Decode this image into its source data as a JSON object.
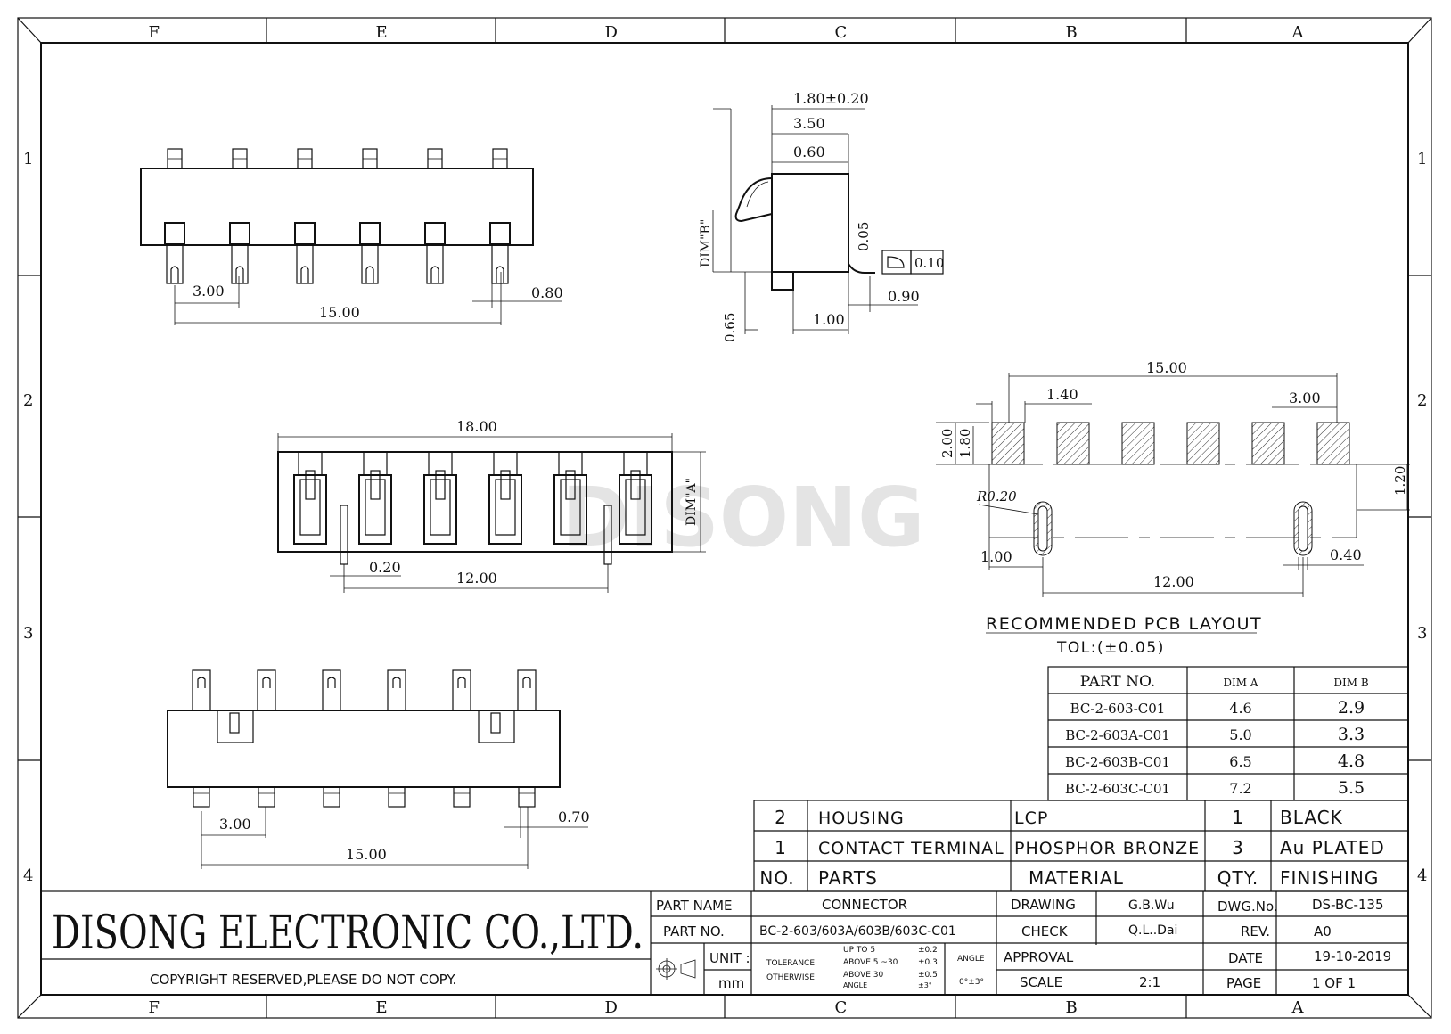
{
  "frame": {
    "columns": [
      "F",
      "E",
      "D",
      "C",
      "B",
      "A"
    ],
    "rows": [
      "1",
      "2",
      "3",
      "4"
    ]
  },
  "watermark": "DISONG",
  "views": {
    "top_view": {
      "pitch": "3.00",
      "span": "15.00",
      "pin_width": "0.80"
    },
    "side_view": {
      "dim_total": "1.80±0.20",
      "dim_body": "3.50",
      "dim_contact": "0.60",
      "dim_b": "DIM\"B\"",
      "dim_offset": "0.05",
      "flatness": "0.10",
      "dim_tail": "0.90",
      "dim_foot": "0.65",
      "dim_foot2": "1.00"
    },
    "front_view": {
      "length": "18.00",
      "dim_a": "DIM\"A\"",
      "peg_width": "0.20",
      "peg_span": "12.00"
    },
    "bottom_view": {
      "pitch": "3.00",
      "span": "15.00",
      "pin_width": "0.70"
    },
    "pcb_layout": {
      "span": "15.00",
      "pad_width": "1.40",
      "pitch": "3.00",
      "pad_h_outer": "2.00",
      "pad_h_inner": "1.80",
      "radius": "R0.20",
      "slot_offset": "1.20",
      "edge": "1.00",
      "slot_width": "0.40",
      "slot_span": "12.00",
      "title": "RECOMMENDED PCB LAYOUT",
      "tolerance": "TOL:(±0.05)"
    }
  },
  "part_table": {
    "headers": [
      "PART NO.",
      "DIM A",
      "DIM B"
    ],
    "rows": [
      [
        "BC-2-603-C01",
        "4.6",
        "2.9"
      ],
      [
        "BC-2-603A-C01",
        "5.0",
        "3.3"
      ],
      [
        "BC-2-603B-C01",
        "6.5",
        "4.8"
      ],
      [
        "BC-2-603C-C01",
        "7.2",
        "5.5"
      ]
    ]
  },
  "bom": {
    "rows": [
      [
        "2",
        "HOUSING",
        "LCP",
        "1",
        "BLACK"
      ],
      [
        "1",
        "CONTACT TERMINAL",
        "PHOSPHOR BRONZE",
        "3",
        "Au PLATED"
      ]
    ],
    "headers": [
      "NO.",
      "PARTS",
      "MATERIAL",
      "QTY.",
      "FINISHING"
    ]
  },
  "title_block": {
    "company": "DISONG ELECTRONIC CO.,LTD.",
    "copyright": "COPYRIGHT RESERVED,PLEASE DO NOT COPY.",
    "part_name_label": "PART NAME",
    "part_name": "CONNECTOR",
    "part_no_label": "PART NO.",
    "part_no": "BC-2-603/603A/603B/603C-C01",
    "unit_label": "UNIT :",
    "unit": "mm",
    "tol_label_1": "TOLERANCE",
    "tol_label_2": "OTHERWISE",
    "tol_r1": "UP TO 5",
    "tol_r1v": "±0.2",
    "tol_r2": "ABOVE 5 ~30",
    "tol_r2v": "±0.3",
    "tol_r3": "ABOVE 30",
    "tol_r3v": "±0.5",
    "tol_r4": "ANGLE",
    "tol_r4v": "±3°",
    "angle_label": "ANGLE",
    "angle_val": "0°±3°",
    "drawing_label": "DRAWING",
    "drawing": "G.B.Wu",
    "check_label": "CHECK",
    "check": "Q.L..Dai",
    "approval_label": "APPROVAL",
    "approval": "",
    "scale_label": "SCALE",
    "scale": "2:1",
    "dwg_label": "DWG.No.",
    "dwg": "DS-BC-135",
    "rev_label": "REV.",
    "rev": "A0",
    "date_label": "DATE",
    "date": "19-10-2019",
    "page_label": "PAGE",
    "page": "1 OF 1"
  }
}
